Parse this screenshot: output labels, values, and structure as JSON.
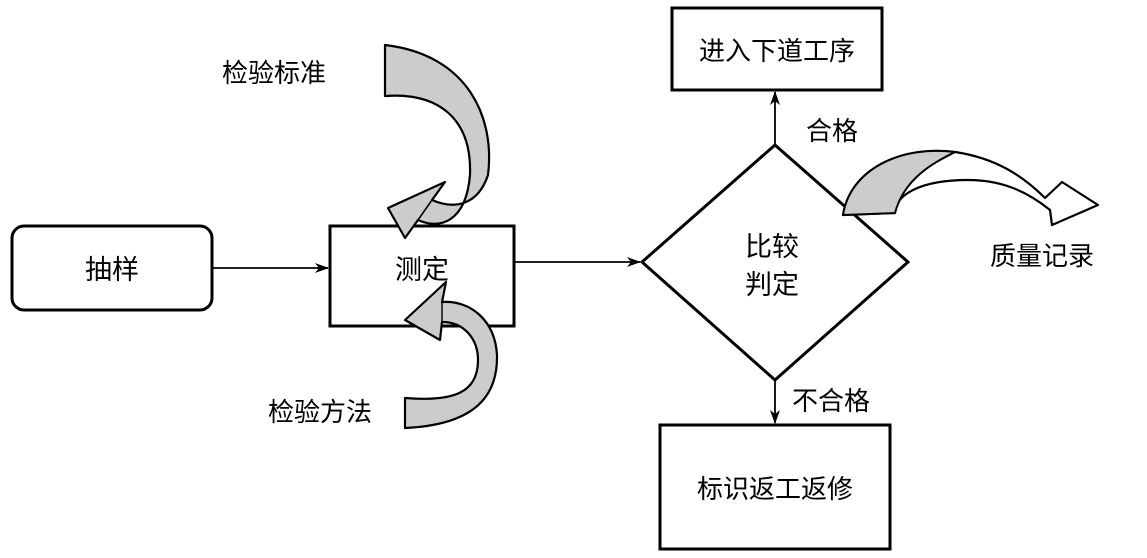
{
  "colors": {
    "stroke": "#000000",
    "fill_white": "#ffffff",
    "fill_curve": "#cccccc"
  },
  "nodes": {
    "sampling": "抽样",
    "measure": "测定",
    "decision_line1": "比较",
    "decision_line2": "判定",
    "next_process": "进入下道工序",
    "rework": "标识返工返修"
  },
  "labels": {
    "inspection_standard": "检验标准",
    "inspection_method": "检验方法",
    "qualified": "合格",
    "unqualified": "不合格",
    "quality_record": "质量记录"
  },
  "icons": {
    "curved_arrows": [
      "curved-arrow-icon"
    ],
    "flow_arrows": [
      "arrowhead-icon"
    ]
  }
}
